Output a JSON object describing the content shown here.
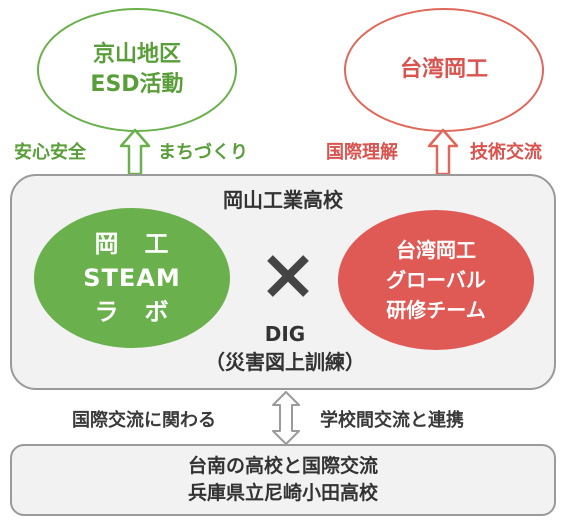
{
  "top_left": {
    "line1": "京山地区",
    "line2": "ESD活動",
    "label_left": "安心安全",
    "label_right": "まちづくり"
  },
  "top_right": {
    "line1": "台湾岡工",
    "label_left": "国際理解",
    "label_right": "技術交流"
  },
  "main": {
    "title": "岡山工業高校",
    "steam": {
      "line1": "岡　工",
      "line2": "STEAM",
      "line3": "ラ　ボ"
    },
    "cross": "×",
    "global": {
      "line1": "台湾岡工",
      "line2": "グローバル",
      "line3": "研修チーム"
    },
    "dig": {
      "line1": "DIG",
      "line2": "（災害図上訓練）"
    }
  },
  "connector": {
    "label_left": "国際交流に関わる",
    "label_right": "学校間交流と連携"
  },
  "bottom": {
    "line1": "台南の高校と国際交流",
    "line2": "兵庫県立尼崎小田高校"
  },
  "colors": {
    "green": "#6ab04c",
    "red": "#e05a55",
    "gray_border": "#9a9a9a",
    "box_fill": "#f2f2f2"
  }
}
